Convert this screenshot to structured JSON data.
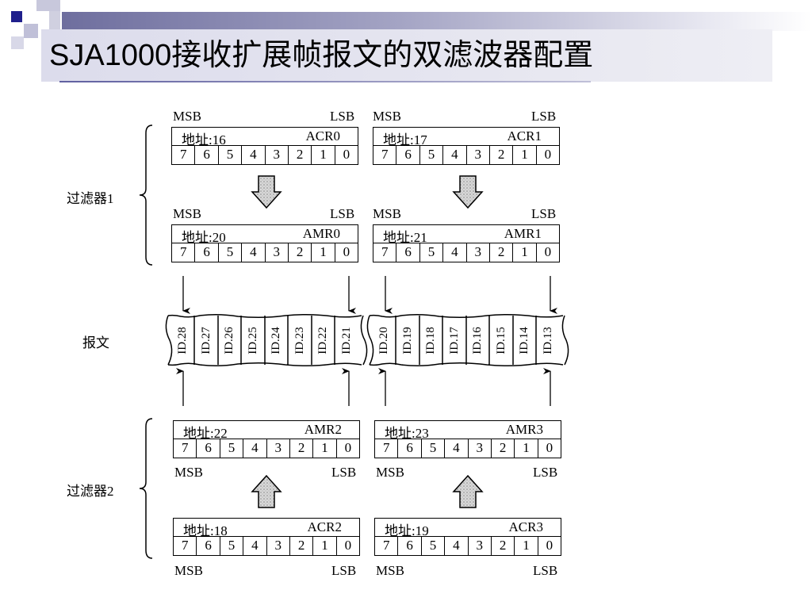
{
  "slide": {
    "title": "SJA1000接收扩展帧报文的双滤波器配置",
    "accent_color": "#1f1f8c"
  },
  "labels": {
    "msb": "MSB",
    "lsb": "LSB"
  },
  "bits": [
    "7",
    "6",
    "5",
    "4",
    "3",
    "2",
    "1",
    "0"
  ],
  "filter1": {
    "label": "过滤器1",
    "acr0": {
      "addr": "地址:16",
      "name": "ACR0"
    },
    "acr1": {
      "addr": "地址:17",
      "name": "ACR1"
    },
    "amr0": {
      "addr": "地址:20",
      "name": "AMR0"
    },
    "amr1": {
      "addr": "地址:21",
      "name": "AMR1"
    }
  },
  "message": {
    "label": "报文",
    "group1": [
      "ID.28",
      "ID.27",
      "ID.26",
      "ID.25",
      "ID.24",
      "ID.23",
      "ID.22",
      "ID.21"
    ],
    "group2": [
      "ID.20",
      "ID.19",
      "ID.18",
      "ID.17",
      "ID.16",
      "ID.15",
      "ID.14",
      "ID.13"
    ]
  },
  "filter2": {
    "label": "过滤器2",
    "amr2": {
      "addr": "地址:22",
      "name": "AMR2"
    },
    "amr3": {
      "addr": "地址:23",
      "name": "AMR3"
    },
    "acr2": {
      "addr": "地址:18",
      "name": "ACR2"
    },
    "acr3": {
      "addr": "地址:19",
      "name": "ACR3"
    }
  }
}
